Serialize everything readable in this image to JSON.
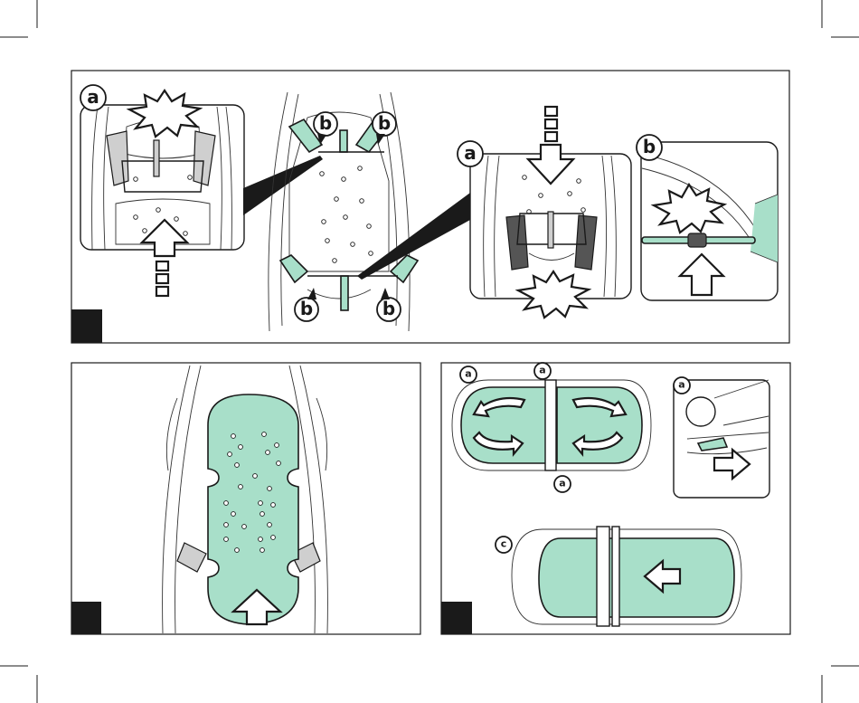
{
  "callouts": {
    "a": "a",
    "b": "b",
    "c": "c"
  },
  "colors": {
    "accent_mint": "#a8dfc9",
    "line": "#1a1a1a",
    "step_block": "#1a1a1a"
  },
  "icons": [
    "up-arrow-icon",
    "down-arrow-icon",
    "left-arrow-icon",
    "right-arrow-icon",
    "curved-arrow-icon",
    "click-burst-icon",
    "pointer-triangle-icon"
  ]
}
